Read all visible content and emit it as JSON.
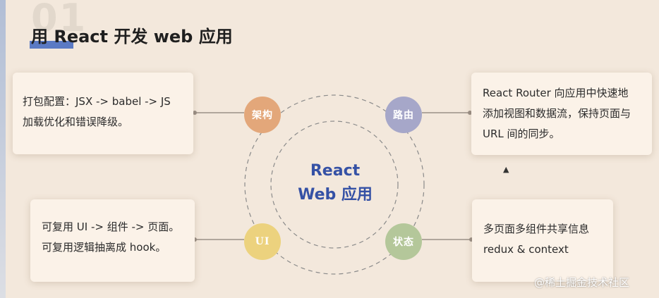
{
  "slide": {
    "number": "01",
    "title": "用 React 开发 web 应用"
  },
  "center": {
    "line1": "React",
    "line2": "Web 应用"
  },
  "nodes": {
    "architecture": "架构",
    "routing": "路由",
    "ui": "UI",
    "state": "状态"
  },
  "cards": {
    "architecture": {
      "line1": "打包配置：JSX -> babel -> JS",
      "line2": "加载优化和错误降级。"
    },
    "routing": {
      "line1": "React Router 向应用中快速地",
      "line2": "添加视图和数据流，保持页面与",
      "line3": "URL 间的同步。"
    },
    "ui": {
      "line1": "可复用 UI -> 组件 -> 页面。",
      "line2": "可复用逻辑抽离成 hook。"
    },
    "state": {
      "line1": "多页面多组件共享信息",
      "line2": "redux & context"
    }
  },
  "colors": {
    "background": "#f3e8dc",
    "accent": "#3551a5",
    "architecture_node": "#e3a77a",
    "routing_node": "#a6a7c9",
    "ui_node": "#ecd27e",
    "state_node": "#b4c79a"
  },
  "watermark": "@稀土掘金技术社区"
}
